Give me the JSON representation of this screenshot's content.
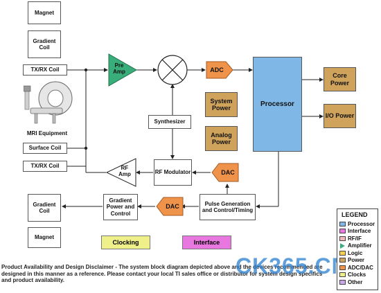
{
  "blocks": {
    "magnet_top": "Magnet",
    "gradient_coil_top": "Gradient Coil",
    "txrx_coil_top": "TX/RX Coil",
    "mri_equipment": "MRI Equipment",
    "surface_coil": "Surface Coil",
    "txrx_coil_bottom": "TX/RX Coil",
    "gradient_coil_bottom": "Gradient Coil",
    "magnet_bottom": "Magnet",
    "pre_amp": "Pre Amp",
    "adc": "ADC",
    "processor": "Processor",
    "core_power": "Core Power",
    "io_power": "I/O Power",
    "system_power": "System Power",
    "analog_power": "Analog Power",
    "synthesizer": "Synthesizer",
    "rf_amp": "RF Amp",
    "rf_modulator": "RF Modulator",
    "dac_rf": "DAC",
    "dac_gradient": "DAC",
    "pulse_generation": "Pulse Generation and Control/Timing",
    "gradient_power": "Gradient Power and Control",
    "clocking": "Clocking",
    "interface": "Interface"
  },
  "legend": {
    "title": "LEGEND",
    "items": [
      {
        "label": "Processor",
        "color": "#7fb8e6",
        "shape": "box"
      },
      {
        "label": "Interface",
        "color": "#e878e0",
        "shape": "box"
      },
      {
        "label": "RF/IF",
        "color": "#f4b8b8",
        "shape": "box"
      },
      {
        "label": "Amplifier",
        "color": "#3aae7a",
        "shape": "triangle"
      },
      {
        "label": "Logic",
        "color": "#f6d04e",
        "shape": "box"
      },
      {
        "label": "Power",
        "color": "#cfa35c",
        "shape": "box"
      },
      {
        "label": "ADC/DAC",
        "color": "#f0934a",
        "shape": "box"
      },
      {
        "label": "Clocks",
        "color": "#f0f08a",
        "shape": "box"
      },
      {
        "label": "Other",
        "color": "#c8a8e8",
        "shape": "box"
      }
    ]
  },
  "colors": {
    "processor": "#7fb8e6",
    "amplifier": "#3aae7a",
    "power": "#cfa35c",
    "adc_dac": "#f0934a",
    "clocks": "#f0f08a",
    "interface": "#e878e0"
  },
  "disclaimer": "Product Availability and Design Disclaimer - The system block diagram depicted above and the devices recommended are designed in this manner as a reference. Please contact your local TI sales office or distributor for system design specifics and product availability.",
  "watermark": "CK365.CN"
}
